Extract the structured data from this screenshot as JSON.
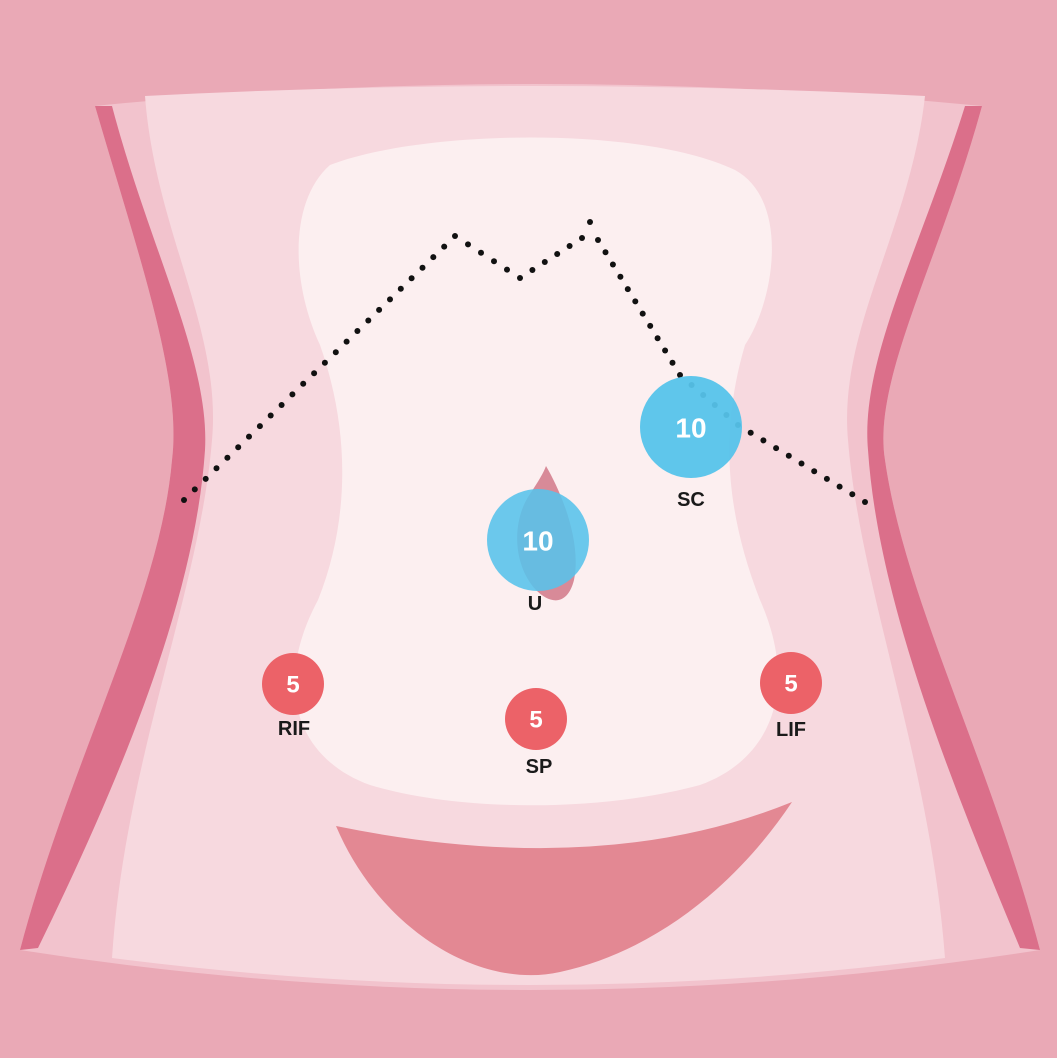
{
  "colors": {
    "background": "#eaa9b6",
    "outer_body": "#f2c3cd",
    "flank_stripe": "#db6f8a",
    "inner_body": "#f7d9df",
    "abdomen": "#fceff0",
    "pubic_arc": "#e38893",
    "navel": "#d88a98",
    "costal_margin": "#111111",
    "large_port": "#56c3ea",
    "small_port": "#ec6268",
    "label_text": "#1a1a1a",
    "value_text": "#ffffff"
  },
  "ports": {
    "sc": {
      "value": "10",
      "label": "SC",
      "size": "large"
    },
    "u": {
      "value": "10",
      "label": "U",
      "size": "large"
    },
    "rif": {
      "value": "5",
      "label": "RIF",
      "size": "small"
    },
    "sp": {
      "value": "5",
      "label": "SP",
      "size": "small"
    },
    "lif": {
      "value": "5",
      "label": "LIF",
      "size": "small"
    }
  }
}
